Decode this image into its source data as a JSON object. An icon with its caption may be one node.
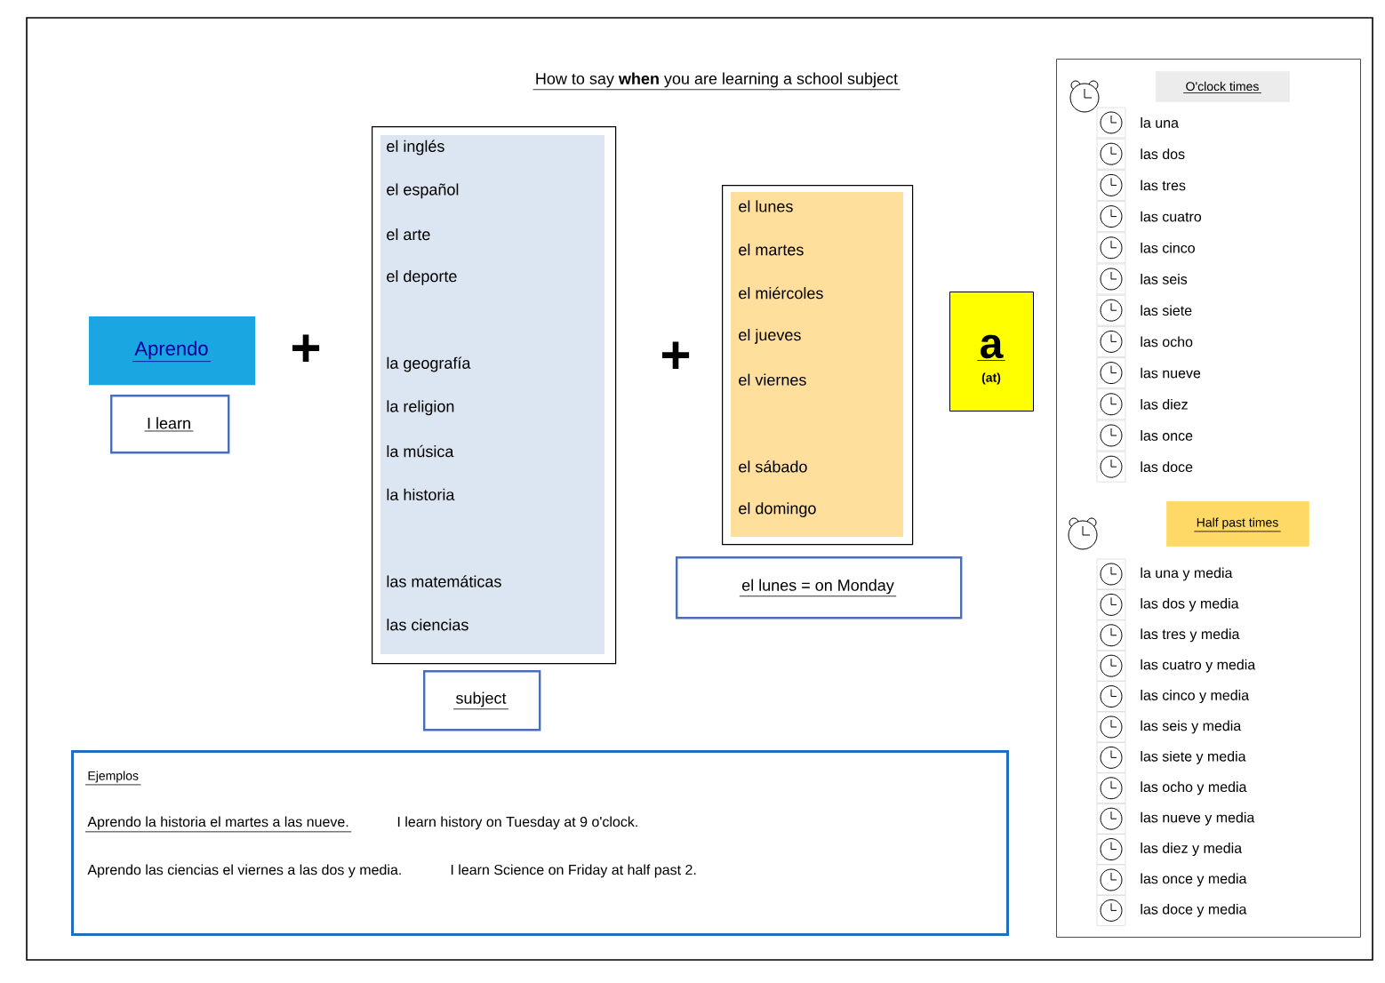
{
  "diagram": {
    "title": "How to say **when** you are learning a school subject",
    "nodes": [
      {
        "text": [
          "Aprendo"
        ]
      },
      {
        "text": [
          "I learn"
        ]
      },
      {
        "text": [
          "el inglés",
          "el español",
          "el arte",
          "el deporte",
          "la geografía",
          "la religion",
          "la música",
          "la historia",
          "las matemáticas",
          "las ciencias"
        ]
      },
      {
        "text": [
          "subject"
        ]
      },
      {
        "text": [
          "el lunes",
          "el martes",
          "el miércoles",
          "el jueves",
          "el viernes",
          "el sábado",
          "el domingo"
        ]
      },
      {
        "text": [
          "el lunes = on Monday"
        ]
      },
      {
        "text": [
          "a",
          "(at)"
        ]
      },
      {
        "text": [],
        "shape": "box"
      },
      {
        "text": [
          "O'clock times"
        ],
        "in": 7
      },
      {
        "text": [
          "Half past times"
        ],
        "in": 7
      },
      {
        "text": [
          "Ejemplos",
          "Aprendo la historia el martes a las nueve.",
          "I learn history on Tuesday at 9 o'clock.",
          "Aprendo las ciencias el viernes a las dos y media.",
          "I learn Science on Friday at half past 2."
        ]
      }
    ],
    "labels": [
      "+",
      "+",
      "la una",
      "las dos",
      "las tres",
      "las cuatro",
      "las cinco",
      "las seis",
      "las siete",
      "las ocho",
      "las nueve",
      "las diez",
      "las once",
      "las doce",
      "la una y media",
      "las dos y media",
      "las tres y media",
      "las cuatro y media",
      "las cinco y media",
      "las seis y media",
      "las siete y media",
      "las ocho y media",
      "las nueve y media",
      "las diez y media",
      "las once y media",
      "las doce y media"
    ]
  }
}
